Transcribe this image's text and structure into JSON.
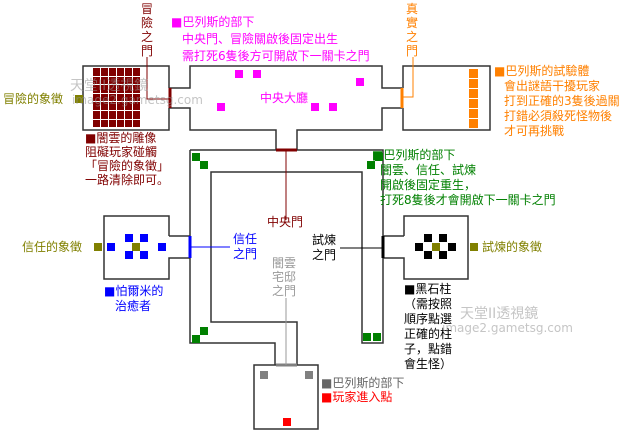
{
  "colors": {
    "dark_red": "#800000",
    "magenta": "#ff00ff",
    "orange": "#ff8000",
    "green": "#008000",
    "blue": "#0000ff",
    "olive": "#808000",
    "gray": "#808080",
    "red": "#ff0000",
    "black": "#000000"
  },
  "rooms": {
    "central_hall": "中央大廳"
  },
  "doors": {
    "adventure_gate": "冒險之門",
    "truth_gate": "真實之門",
    "central_gate": "中央門",
    "trust_gate": "信任之門",
    "trial_gate": "試煉之門",
    "mansion_gate": "闇雲宅邸之門"
  },
  "symbols": {
    "adventure": "冒險的象徵",
    "trust": "信任的象徵",
    "trial": "試煉的象徵"
  },
  "notes": {
    "magenta": [
      "■巴列斯的部下",
      "中央門、冒險關啟後固定出生",
      "需打死6隻後方可開啟下一關卡之門"
    ],
    "orange": [
      "■巴列斯的試驗體",
      "會出謎語干擾玩家",
      "打到正確的3隻後過關",
      "打錯必須殺死怪物後",
      "才可再挑戰"
    ],
    "dark_red": [
      "■闇雲的雕像",
      "阻礙玩家碰觸",
      "「冒險的象徵」",
      "一路清除即可。"
    ],
    "green": [
      "■巴列斯的部下",
      "闇雲、信任、試煉",
      "開啟後固定重生，",
      "打死8隻後才會開啟下一關卡之門"
    ],
    "blue": [
      "■怕爾米的",
      "治癒者"
    ],
    "black": [
      "■黑石柱",
      "（需按照",
      "順序點選",
      "正確的柱",
      "子，點錯",
      "會生怪）"
    ],
    "gray": "■巴列斯的部下",
    "red": "■玩家進入點"
  },
  "watermark": {
    "line1": "天堂II透視鏡",
    "line2": "image2.gametsg.com"
  }
}
